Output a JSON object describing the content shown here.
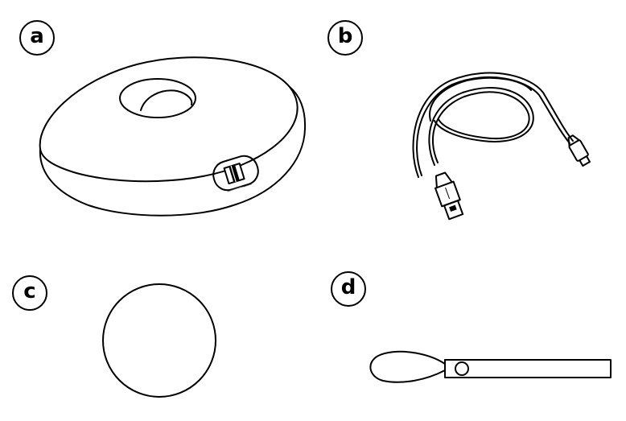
{
  "labels": {
    "a": "a",
    "b": "b",
    "c": "c",
    "d": "d"
  },
  "colors": {
    "stroke": "#000000",
    "background": "#ffffff"
  },
  "items": [
    {
      "key": "a",
      "icon": "puck-device-icon"
    },
    {
      "key": "b",
      "icon": "usb-cable-icon"
    },
    {
      "key": "c",
      "icon": "round-pad-icon"
    },
    {
      "key": "d",
      "icon": "wrist-strap-icon"
    }
  ]
}
